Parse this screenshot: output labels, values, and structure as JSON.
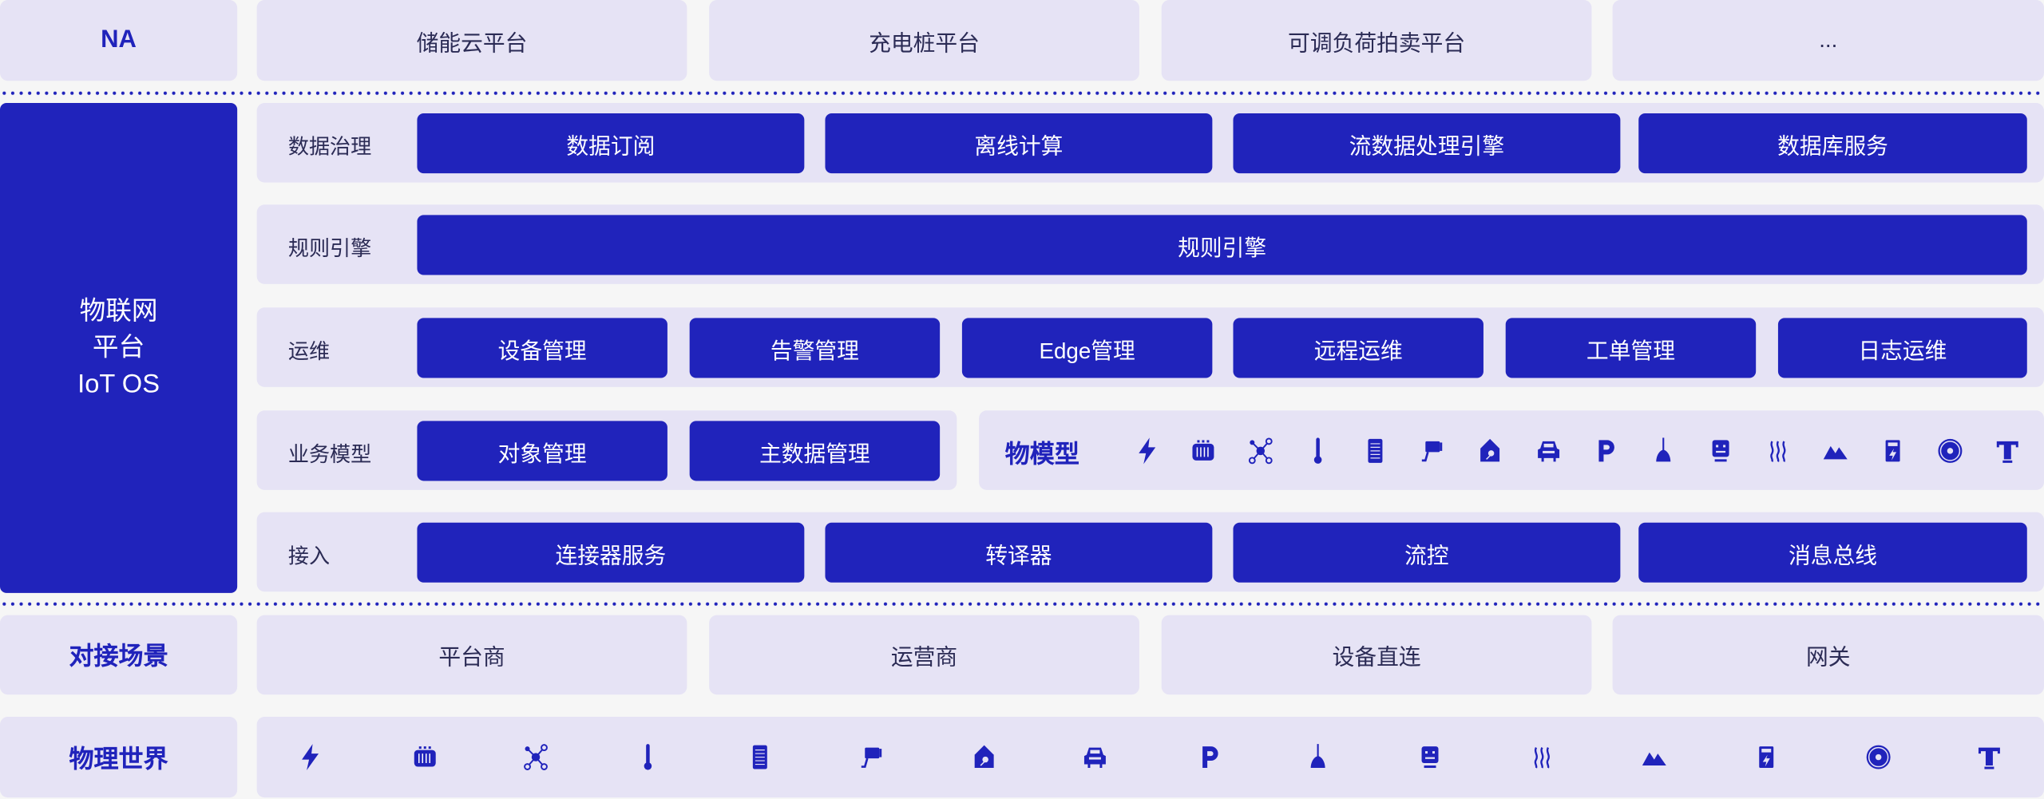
{
  "top_row": {
    "label": "NA",
    "items": [
      "储能云平台",
      "充电桩平台",
      "可调负荷拍卖平台",
      "..."
    ]
  },
  "iot_os": {
    "line1": "物联网",
    "line2": "平台",
    "line3": "IoT OS"
  },
  "data_governance": {
    "label": "数据治理",
    "items": [
      "数据订阅",
      "离线计算",
      "流数据处理引擎",
      "数据库服务"
    ]
  },
  "rule_engine": {
    "label": "规则引擎",
    "items": [
      "规则引擎"
    ]
  },
  "operations": {
    "label": "运维",
    "items": [
      "设备管理",
      "告警管理",
      "Edge管理",
      "远程运维",
      "工单管理",
      "日志运维"
    ]
  },
  "business_model": {
    "label": "业务模型",
    "items": [
      "对象管理",
      "主数据管理"
    ]
  },
  "thing_model": {
    "label": "物模型"
  },
  "access": {
    "label": "接入",
    "items": [
      "连接器服务",
      "转译器",
      "流控",
      "消息总线"
    ]
  },
  "integration": {
    "label": "对接场景",
    "items": [
      "平台商",
      "运营商",
      "设备直连",
      "网关"
    ]
  },
  "physical_world": {
    "label": "物理世界"
  },
  "icons": [
    "lightning",
    "battery-module",
    "network-nodes",
    "thermometer",
    "server-rack",
    "camera",
    "home-charger",
    "car",
    "parking",
    "lamp",
    "robot",
    "heat-waves",
    "mountains",
    "charging-station",
    "disc",
    "transformer"
  ],
  "colors": {
    "accent": "#2023bb",
    "panel": "#e6e3f5",
    "background": "#f6f6f6"
  }
}
